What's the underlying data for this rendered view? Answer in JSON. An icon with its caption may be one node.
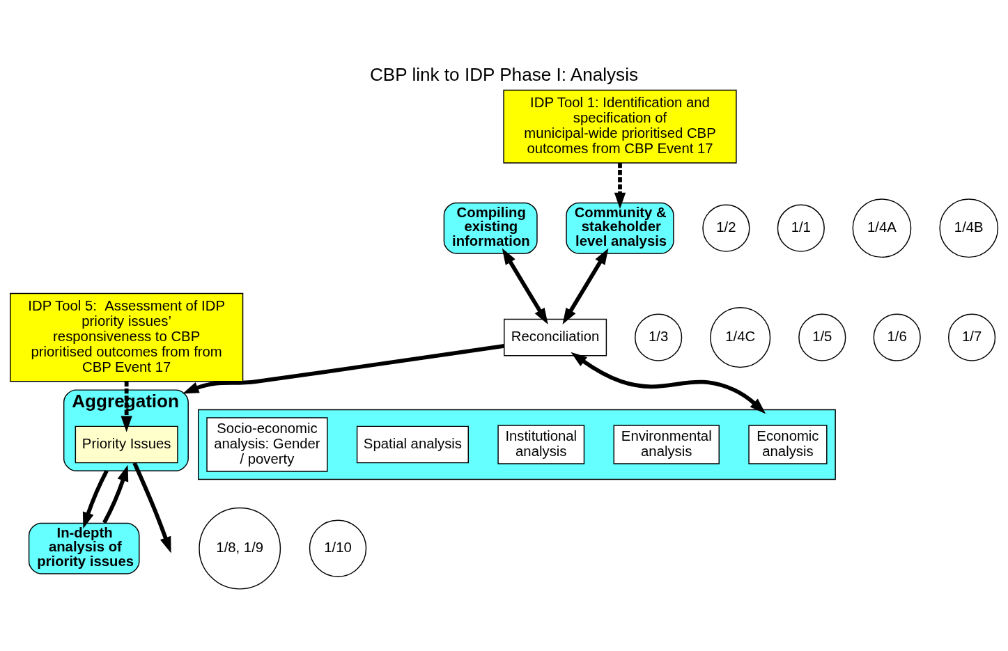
{
  "diagram": {
    "title": "CBP link to IDP Phase I: Analysis",
    "nodes": [
      {
        "text": [
          "Community & stakeholder level analysis"
        ]
      },
      {
        "text": [
          "1/2"
        ]
      },
      {
        "text": [
          "IDP Tool 1: Identification and specification of municipal-wide prioritised CBP outcomes from CBP Event 17"
        ]
      },
      {
        "text": [
          "Compiling existing information"
        ]
      },
      {
        "text": [
          "1/1"
        ]
      },
      {
        "text": [
          "Reconciliation"
        ]
      },
      {
        "text": [
          "1/3"
        ]
      },
      {
        "text": [],
        "shape": "box"
      },
      {
        "text": [
          "Economic analysis"
        ],
        "in": 7
      },
      {
        "text": [
          "1/4A"
        ]
      },
      {
        "text": [
          "Environmental analysis"
        ],
        "in": 7
      },
      {
        "text": [
          "1/4B"
        ]
      },
      {
        "text": [
          "Institutional analysis"
        ],
        "in": 7
      },
      {
        "text": [
          "1/4C"
        ]
      },
      {
        "text": [
          "Spatial analysis"
        ],
        "in": 7
      },
      {
        "text": [
          "1/5"
        ]
      },
      {
        "text": [
          "Socio-economic analysis: Gender / poverty"
        ],
        "in": 7
      },
      {
        "text": [
          "1/6"
        ]
      },
      {
        "text": [
          "In-depth analysis of priority issues"
        ]
      },
      {
        "text": [
          "1/8, 1/9"
        ]
      },
      {
        "text": [
          "Aggregation"
        ]
      },
      {
        "text": [
          "Priority Issues"
        ],
        "in": 20
      },
      {
        "text": [
          "1/7"
        ]
      },
      {
        "text": [
          "1/10"
        ]
      },
      {
        "text": [
          "IDP Tool 5:  Assessment of IDP  priority issues’ responsiveness to CBP prioritised outcomes from from CBP Event 17"
        ]
      }
    ],
    "edges": [
      {
        "from": 5,
        "to": 0,
        "arrow": "both"
      },
      {
        "from": 5,
        "to": 3,
        "arrow": "both"
      },
      {
        "from": 5,
        "to": 7,
        "arrow": "both"
      },
      {
        "from": 2,
        "to": 0,
        "arrow": "to",
        "style": "dashed"
      },
      {
        "from": 5,
        "to": 20,
        "arrow": "to"
      },
      {
        "from": 18,
        "to": 20,
        "arrow": "to"
      },
      {
        "from": 20,
        "to": 18,
        "arrow": "to"
      },
      {
        "from": 24,
        "to": 21,
        "arrow": "to",
        "style": "dashed"
      },
      {
        "from": 21,
        "to": null,
        "arrow": "to"
      }
    ]
  }
}
